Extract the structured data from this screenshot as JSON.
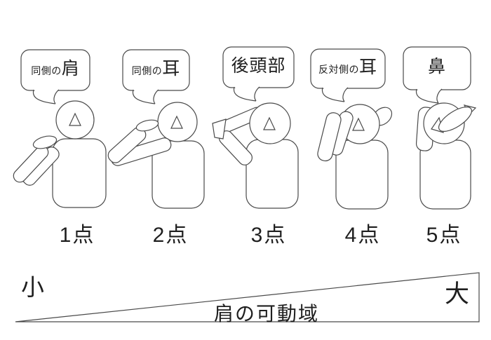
{
  "figures": [
    {
      "bubble_prefix": "同側の",
      "bubble_target": "肩",
      "score_label": "1点",
      "pose": "hand-on-same-side-shoulder"
    },
    {
      "bubble_prefix": "同側の",
      "bubble_target": "耳",
      "score_label": "2点",
      "pose": "hand-on-same-side-ear"
    },
    {
      "bubble_prefix": "",
      "bubble_target": "後頭部",
      "score_label": "3点",
      "pose": "hand-on-back-of-head"
    },
    {
      "bubble_prefix": "反対側の",
      "bubble_target": "耳",
      "score_label": "4点",
      "pose": "hand-on-opposite-side-ear"
    },
    {
      "bubble_prefix": "",
      "bubble_target": "鼻",
      "score_label": "5点",
      "pose": "hand-on-nose"
    }
  ],
  "scale": {
    "left_label": "小",
    "right_label": "大",
    "axis_label": "肩の可動域"
  },
  "colors": {
    "line": "#4a4a4a",
    "text": "#1f1f1f",
    "background": "#ffffff"
  }
}
